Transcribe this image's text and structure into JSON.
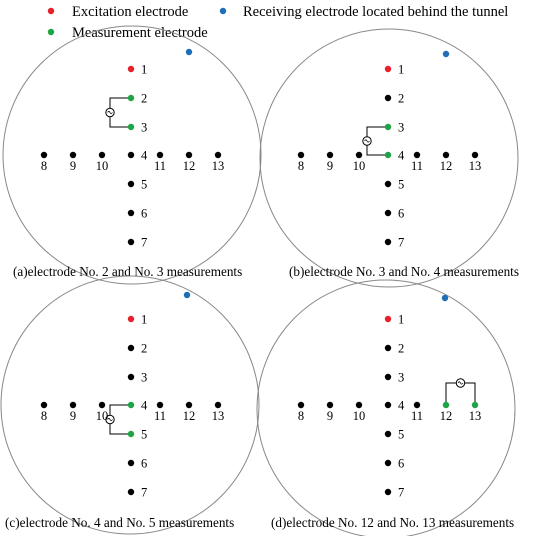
{
  "colors": {
    "excitation": "#e8202a",
    "receiving": "#1f6fb8",
    "measurement": "#1fa347",
    "normal": "#000000",
    "circle": "#888888"
  },
  "legend": {
    "excitation": "Excitation electrode",
    "receiving": "Receiving electrode located behind the tunnel",
    "measurement": "Measurement electrode"
  },
  "electrode_labels": [
    "1",
    "2",
    "3",
    "4",
    "5",
    "6",
    "7",
    "8",
    "9",
    "10",
    "11",
    "12",
    "13"
  ],
  "panels": [
    {
      "caption": "(a)electrode No. 2 and No. 3 measurements",
      "measurement_pair": [
        "2",
        "3"
      ]
    },
    {
      "caption": "(b)electrode No. 3 and No. 4 measurements",
      "measurement_pair": [
        "3",
        "4"
      ]
    },
    {
      "caption": "(c)electrode No. 4 and No. 5 measurements",
      "measurement_pair": [
        "4",
        "5"
      ]
    },
    {
      "caption": "(d)electrode No. 12 and No. 13 measurements",
      "measurement_pair": [
        "12",
        "13"
      ]
    }
  ]
}
